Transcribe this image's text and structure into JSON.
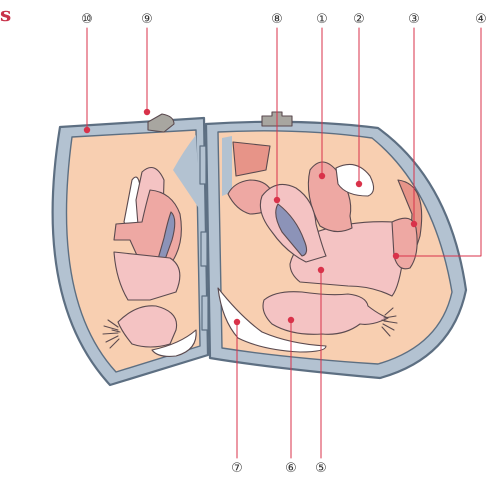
{
  "corner_mark": "s",
  "colors": {
    "accent": "#c8324a",
    "leader": "#d9324a",
    "case_border": "#5d6f82",
    "case_fill": "#b3c2d1",
    "skin": "#f8cfb1",
    "organ": "#eea8a3",
    "organ_light": "#f4c3c3",
    "organ_dark": "#e79488",
    "canal": "#8c93b8",
    "outline": "#5b4a4f",
    "white": "#ffffff",
    "hinge": "#a8a6a0"
  },
  "callouts": [
    {
      "id": "1",
      "symbol": "①"
    },
    {
      "id": "2",
      "symbol": "②"
    },
    {
      "id": "3",
      "symbol": "③"
    },
    {
      "id": "4",
      "symbol": "④"
    },
    {
      "id": "5",
      "symbol": "⑤"
    },
    {
      "id": "6",
      "symbol": "⑥"
    },
    {
      "id": "7",
      "symbol": "⑦"
    },
    {
      "id": "8",
      "symbol": "⑧"
    },
    {
      "id": "9",
      "symbol": "⑨"
    },
    {
      "id": "10",
      "symbol": "⑩"
    }
  ]
}
